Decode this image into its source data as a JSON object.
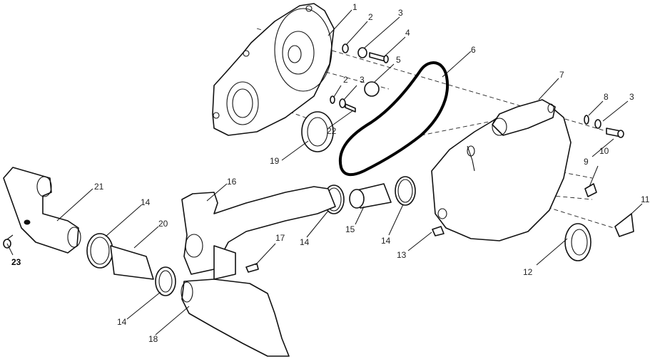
{
  "callouts": {
    "c1": "1",
    "c2a": "2",
    "c3a": "3",
    "c4": "4",
    "c5": "5",
    "c6": "6",
    "c7": "7",
    "c8": "8",
    "c3b": "3",
    "c9": "9",
    "c10": "10",
    "c11": "11",
    "c12": "12",
    "c13": "13",
    "c14a": "14",
    "c15": "15",
    "c14b": "14",
    "c2b": "2",
    "c3c": "3",
    "c22": "22",
    "c19": "19",
    "c21": "21",
    "c14c": "14",
    "c20": "20",
    "c16": "16",
    "c17": "17",
    "c23": "23",
    "c14d": "14",
    "c18": "18"
  },
  "colors": {
    "ink": "#111111",
    "paper": "#ffffff"
  }
}
